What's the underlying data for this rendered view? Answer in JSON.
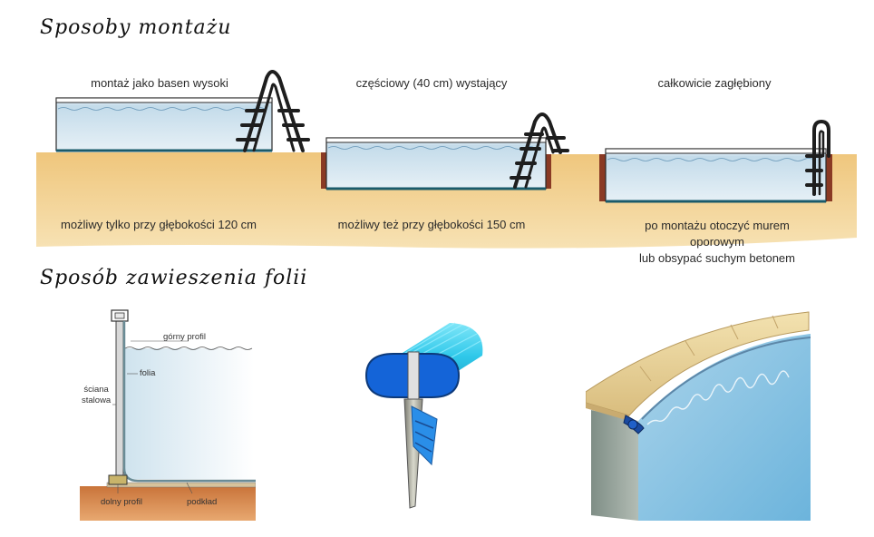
{
  "headings": {
    "mounting_methods": "Sposoby montażu",
    "liner_hanging": "Sposób zawieszenia folii"
  },
  "mounting": [
    {
      "title": "montaż jako basen wysoki",
      "caption": "możliwy tylko przy głębokości 120 cm"
    },
    {
      "title": "częściowy (40 cm) wystający",
      "caption": "możliwy też przy głębokości 150 cm"
    },
    {
      "title": "całkowicie zagłębiony",
      "caption_lines": [
        "po montażu otoczyć murem oporowym",
        "lub obsypać suchym betonem"
      ]
    }
  ],
  "cross_section": {
    "top_profile": "górny profil",
    "liner": "folia",
    "steel_wall_lines": [
      "ściana",
      "stalowa"
    ],
    "bottom_profile": "dolny profil",
    "underlay": "podkład"
  },
  "colors": {
    "ground": "#efc67c",
    "water": "#cfe3ee",
    "wall": "#8a3a24",
    "ladder": "#1e1e1e",
    "profile_blue": "#1464d8",
    "profile_cyan": "#2fc8ea"
  }
}
